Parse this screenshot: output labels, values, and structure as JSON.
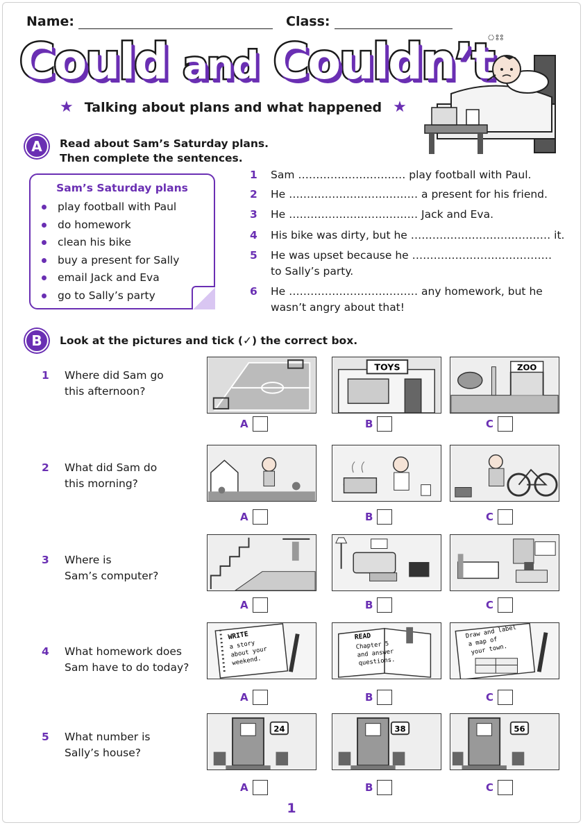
{
  "header": {
    "name_label": "Name:",
    "class_label": "Class:",
    "title_part1": "Could",
    "title_part2": "and",
    "title_part3": "Couldn’t",
    "subtitle": "Talking about plans and what happened"
  },
  "section_a": {
    "badge": "A",
    "instruction_line1": "Read about Sam’s Saturday plans.",
    "instruction_line2": "Then complete the sentences.",
    "plans_title": "Sam’s Saturday plans",
    "plans": [
      "play football with Paul",
      "do homework",
      "clean his bike",
      "buy a present for Sally",
      "email Jack and Eva",
      "go to Sally’s party"
    ],
    "sentences": [
      {
        "num": "1",
        "text": "Sam ………………………… play football with Paul."
      },
      {
        "num": "2",
        "text": "He ……………………………… a present for his friend."
      },
      {
        "num": "3",
        "text": "He ……………………………… Jack and Eva."
      },
      {
        "num": "4",
        "text": "His bike was dirty, but he ………………………………… it."
      },
      {
        "num": "5",
        "line1": "He was upset because he …………………………………",
        "line2": "to Sally’s party."
      },
      {
        "num": "6",
        "line1": "He ……………………………… any homework, but he",
        "line2": "wasn’t angry about that!"
      }
    ]
  },
  "section_b": {
    "badge": "B",
    "instruction": "Look at the pictures and tick (✓) the correct box.",
    "option_letters": [
      "A",
      "B",
      "C"
    ],
    "questions": [
      {
        "num": "1",
        "line1": "Where did Sam go",
        "line2": "this afternoon?",
        "pics": [
          "football-pitch",
          "toy-shop",
          "zoo"
        ],
        "sign_toys": "TOYS",
        "sign_zoo": "ZOO"
      },
      {
        "num": "2",
        "line1": "What did Sam do",
        "line2": "this morning?",
        "pics": [
          "gardening",
          "cooking",
          "fixing-bike"
        ]
      },
      {
        "num": "3",
        "line1": "Where is",
        "line2": "Sam’s computer?",
        "pics": [
          "hallway",
          "living-room",
          "bedroom"
        ]
      },
      {
        "num": "4",
        "line1": "What homework does",
        "line2": "Sam have to do today?",
        "pics": [
          "notebook",
          "book",
          "map"
        ],
        "hw_a": [
          "WRITE",
          "a story",
          "about your",
          "weekend."
        ],
        "hw_b": [
          "READ",
          "Chapter 5",
          "and answer",
          "questions."
        ],
        "hw_c": [
          "Draw and label",
          "a map of",
          "your town."
        ]
      },
      {
        "num": "5",
        "line1": "What number is",
        "line2": "Sally’s house?",
        "pics": [
          "door-24",
          "door-38",
          "door-56"
        ],
        "house_numbers": [
          "24",
          "38",
          "56"
        ]
      }
    ]
  },
  "page_number": "1",
  "colors": {
    "accent": "#6a2fb3",
    "text": "#1a1a1a"
  }
}
